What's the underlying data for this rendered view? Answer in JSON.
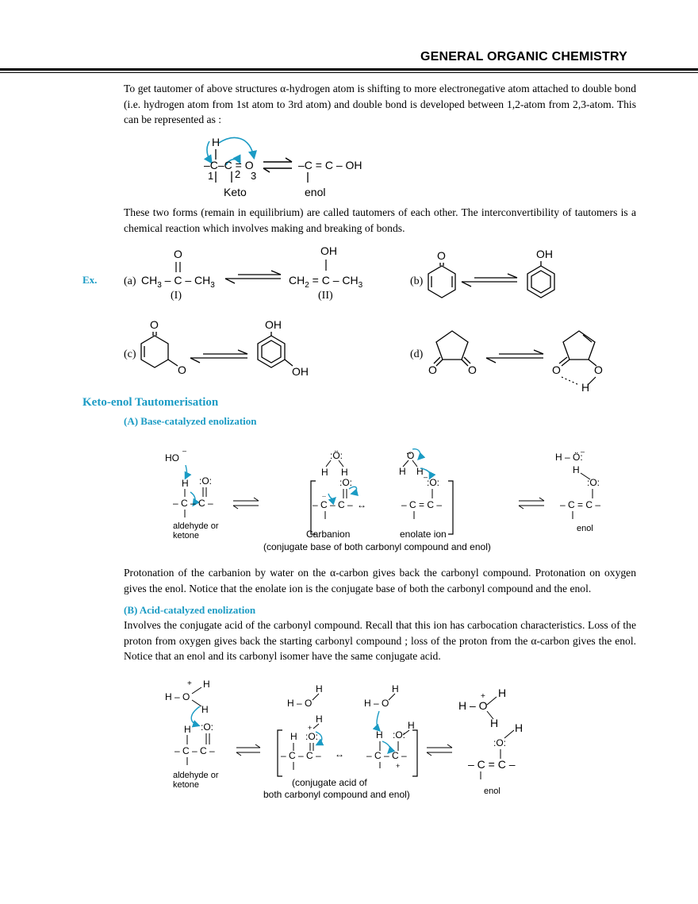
{
  "header": {
    "title": "GENERAL ORGANIC CHEMISTRY"
  },
  "paragraphs": {
    "p1": "To get tautomer of above structures α-hydrogen atom is shifting to more electronegative atom attached to double bond (i.e. hydrogen atom from 1st atom to 3rd atom) and double bond is developed between 1,2-atom from 2,3-atom. This can be represented as :",
    "p2": "These two forms (remain in equilibrium) are called tautomers of each other. The interconvertibility of tautomers is a chemical reaction which involves making and breaking of bonds.",
    "p3": "Protonation of the carbanion by water on the α-carbon gives back the carbonyl compound. Protonation on oxygen gives the enol. Notice that the enolate ion is the conjugate base of both the carbonyl compound and the enol.",
    "p4": "Involves the conjugate acid of the carbonyl compound. Recall that this ion has carbocation characteristics. Loss of the proton from  oxygen gives back the starting carbonyl compound ; loss of the proton from the α-carbon gives the enol. Notice that an enol and its carbonyl isomer have the same conjugate acid."
  },
  "keto_enol_scheme": {
    "h": "H",
    "keto_chain": "–C–C = O",
    "numbers": [
      "1",
      "2",
      "3"
    ],
    "enol_chain": "–C = C – OH",
    "keto_label": "Keto",
    "enol_label": "enol"
  },
  "examples": {
    "label": "Ex.",
    "a": {
      "tag": "(a)",
      "o": "O",
      "oh": "OH",
      "roman1": "(I)",
      "roman2": "(II)"
    },
    "b": {
      "tag": "(b)",
      "o": "O",
      "oh": "OH"
    },
    "c": {
      "tag": "(c)",
      "o": "O",
      "oh": "OH"
    },
    "d": {
      "tag": "(d)",
      "o": "O",
      "h": "H"
    }
  },
  "section": {
    "title": "Keto-enol Tautomerisation",
    "base_title": "(A) Base-catalyzed enolization",
    "acid_title": "(B) Acid-catalyzed enolization"
  },
  "base_scheme": {
    "ho": "HO",
    "h": "H",
    "o": ":O:",
    "chain": "– C – C –",
    "enol_chain": "– C = C –",
    "aldehyde_1": "aldehyde or",
    "aldehyde_2": "ketone",
    "carbanion": "Carbanion",
    "enolate": "enolate ion",
    "conj_base": "(conjugate base of both carbonyl compound and enol)",
    "enol": "enol"
  },
  "acid_scheme": {
    "h": "H",
    "ho": "H – O",
    "o": ":O:",
    "chain": "– C – C –",
    "enol_chain": "– C = C –",
    "aldehyde_1": "aldehyde or",
    "aldehyde_2": "ketone",
    "conj_acid_1": "(conjugate acid of",
    "conj_acid_2": "both carbonyl compound and enol)",
    "enol": "enol"
  },
  "colors": {
    "accent": "#1b9bc4",
    "text": "#000000"
  }
}
